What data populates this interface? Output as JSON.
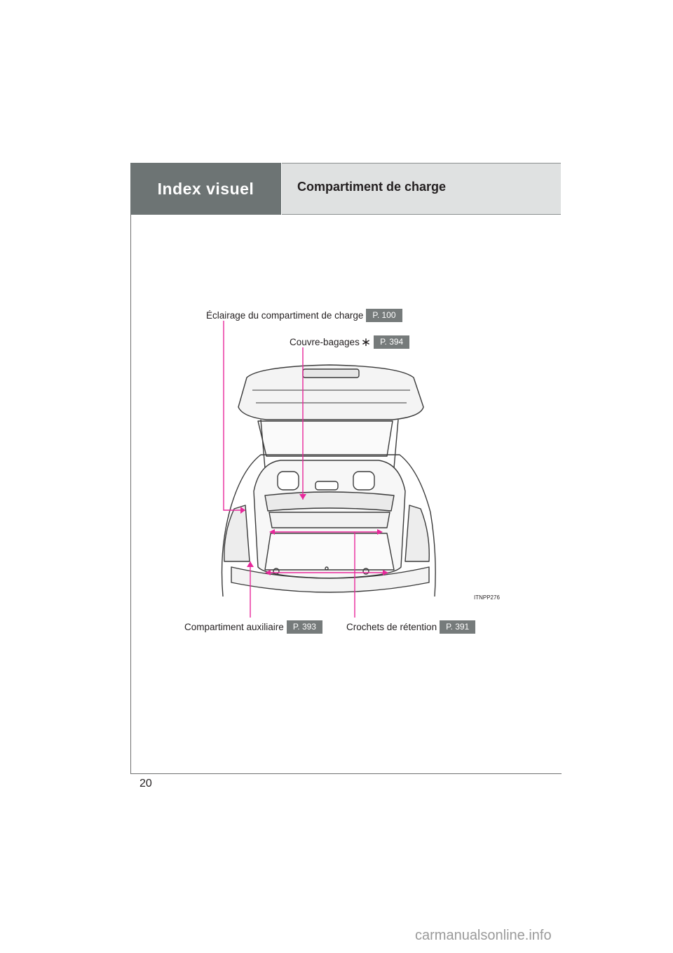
{
  "header": {
    "tab": "Index visuel",
    "title": "Compartiment de charge"
  },
  "callouts": {
    "lighting": {
      "label": "Éclairage du compartiment de charge",
      "page": "P. 100"
    },
    "cover": {
      "label": "Couvre-bagages",
      "asterisk": "∗",
      "page": "P. 394"
    },
    "auxiliary": {
      "label": "Compartiment auxiliaire",
      "page": "P. 393"
    },
    "hooks": {
      "label": "Crochets de rétention",
      "page": "P. 391"
    }
  },
  "figure": {
    "code": "ITNPP276"
  },
  "colors": {
    "leader_line": "#e8289b",
    "tab": "#6d7474",
    "bar": "#dfe1e1",
    "badge": "#767b7b"
  },
  "footer": {
    "page_number": "20"
  },
  "watermark": "carmanualsonline.info"
}
